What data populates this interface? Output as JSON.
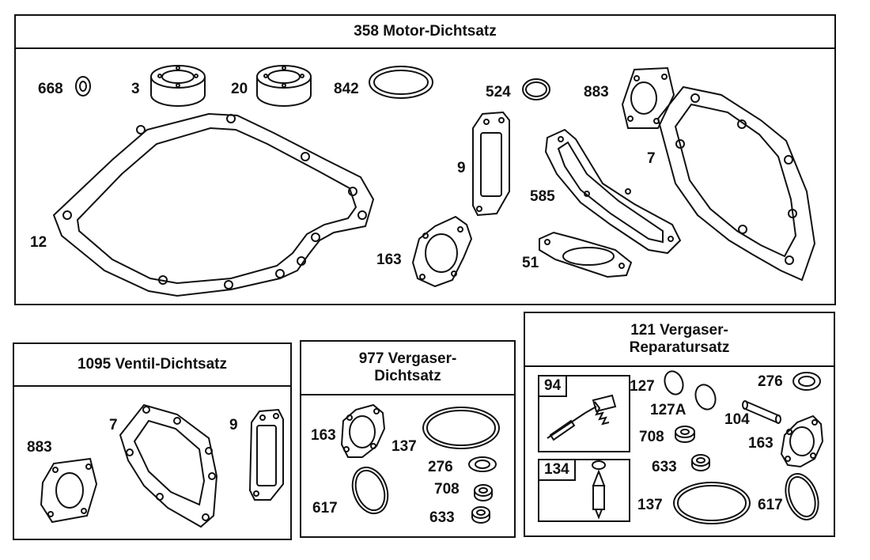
{
  "motor_kit": {
    "title": "358 Motor-Dichtsatz",
    "labels": {
      "p668": "668",
      "p3": "3",
      "p20": "20",
      "p842": "842",
      "p524": "524",
      "p883": "883",
      "p9": "9",
      "p7": "7",
      "p585": "585",
      "p12": "12",
      "p163": "163",
      "p51": "51"
    }
  },
  "valve_kit": {
    "title": "1095  Ventil-Dichtsatz",
    "labels": {
      "p883": "883",
      "p7": "7",
      "p9": "9"
    }
  },
  "carb_gasket_kit": {
    "title_line1": "977   Vergaser-",
    "title_line2": "Dichtsatz",
    "labels": {
      "p163": "163",
      "p137": "137",
      "p276": "276",
      "p708": "708",
      "p617": "617",
      "p633": "633"
    }
  },
  "carb_repair_kit": {
    "title_line1": "121      Vergaser-",
    "title_line2": "Reparatursatz",
    "box94": "94",
    "box134": "134",
    "labels": {
      "p127": "127",
      "p127a": "127A",
      "p276": "276",
      "p104": "104",
      "p708": "708",
      "p163": "163",
      "p633": "633",
      "p137": "137",
      "p617": "617"
    }
  }
}
